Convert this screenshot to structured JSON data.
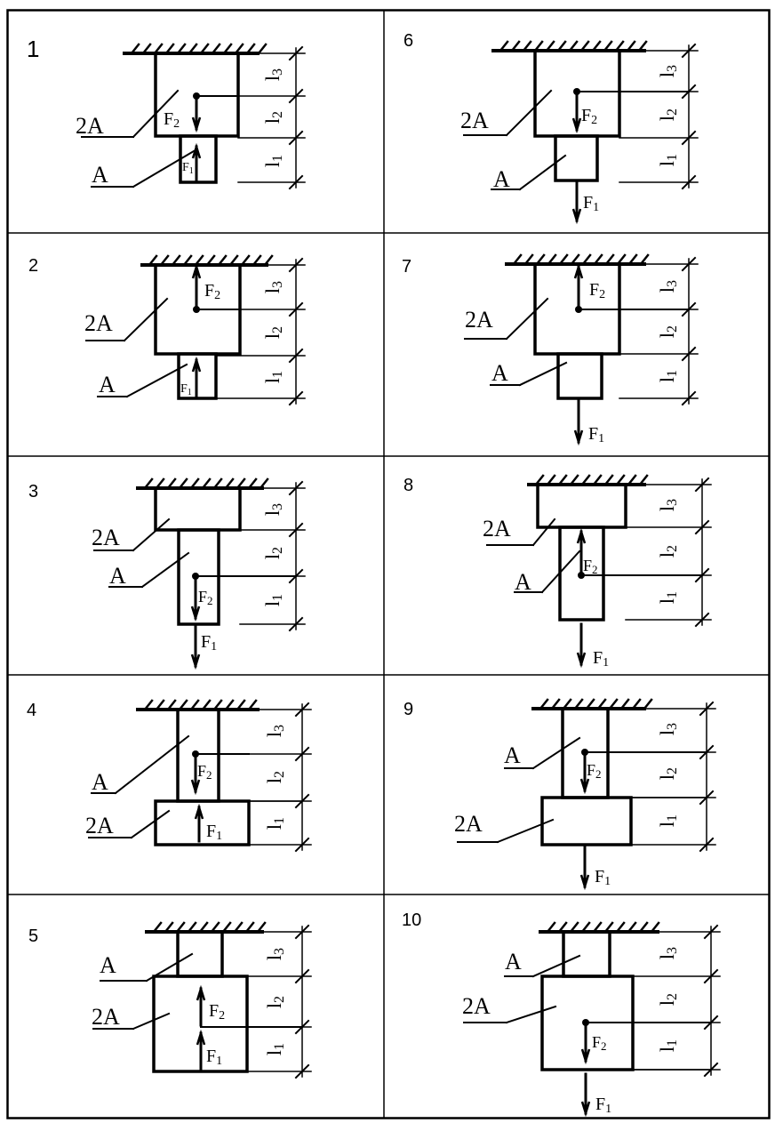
{
  "labels": {
    "area_double": "2A",
    "area_single": "A",
    "force_1": "F",
    "force_2": "F",
    "sub_1": "1",
    "sub_2": "2",
    "length_base": "l",
    "len_1": "1",
    "len_2": "2",
    "len_3": "3"
  },
  "schemes": [
    {
      "number": "1"
    },
    {
      "number": "2"
    },
    {
      "number": "3"
    },
    {
      "number": "4"
    },
    {
      "number": "5"
    },
    {
      "number": "6"
    },
    {
      "number": "7"
    },
    {
      "number": "8"
    },
    {
      "number": "9"
    },
    {
      "number": "10"
    }
  ]
}
